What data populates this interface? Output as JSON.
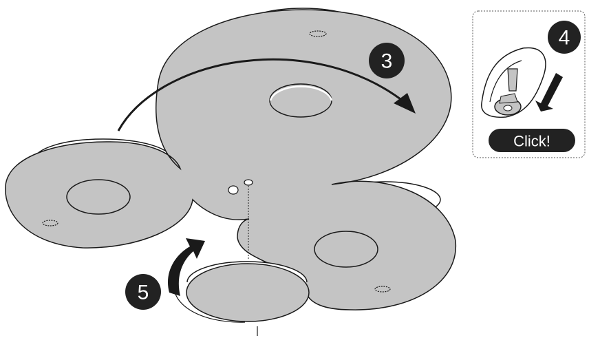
{
  "steps": {
    "rotate": "3",
    "screw": "4",
    "cover": "5"
  },
  "inset": {
    "click_label": "Click!"
  },
  "colors": {
    "plate_fill": "#c4c4c4",
    "plate_rim": "#ffffff",
    "outline": "#1a1a1a",
    "badge": "#222222"
  }
}
